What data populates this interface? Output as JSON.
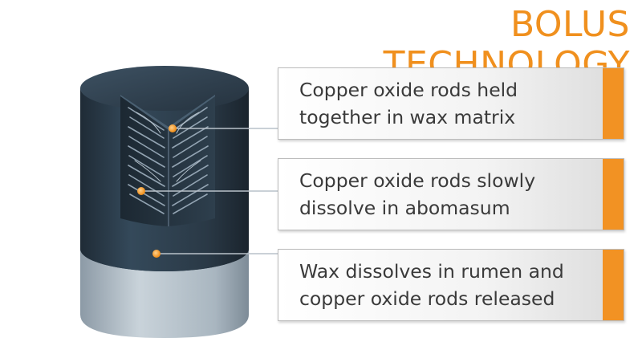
{
  "title": "BOLUS TECHNOLOGY",
  "callouts": [
    {
      "line1": "Copper oxide rods held",
      "line2": "together in wax matrix"
    },
    {
      "line1": "Copper oxide rods slowly",
      "line2": "dissolve in abomasum"
    },
    {
      "line1": "Wax dissolves in rumen and",
      "line2": "copper oxide rods released"
    }
  ],
  "colors": {
    "accent": "#f29223",
    "bolus_body": "#2c3b48",
    "bolus_base": "#aebac4",
    "text": "#3a3a3a"
  }
}
